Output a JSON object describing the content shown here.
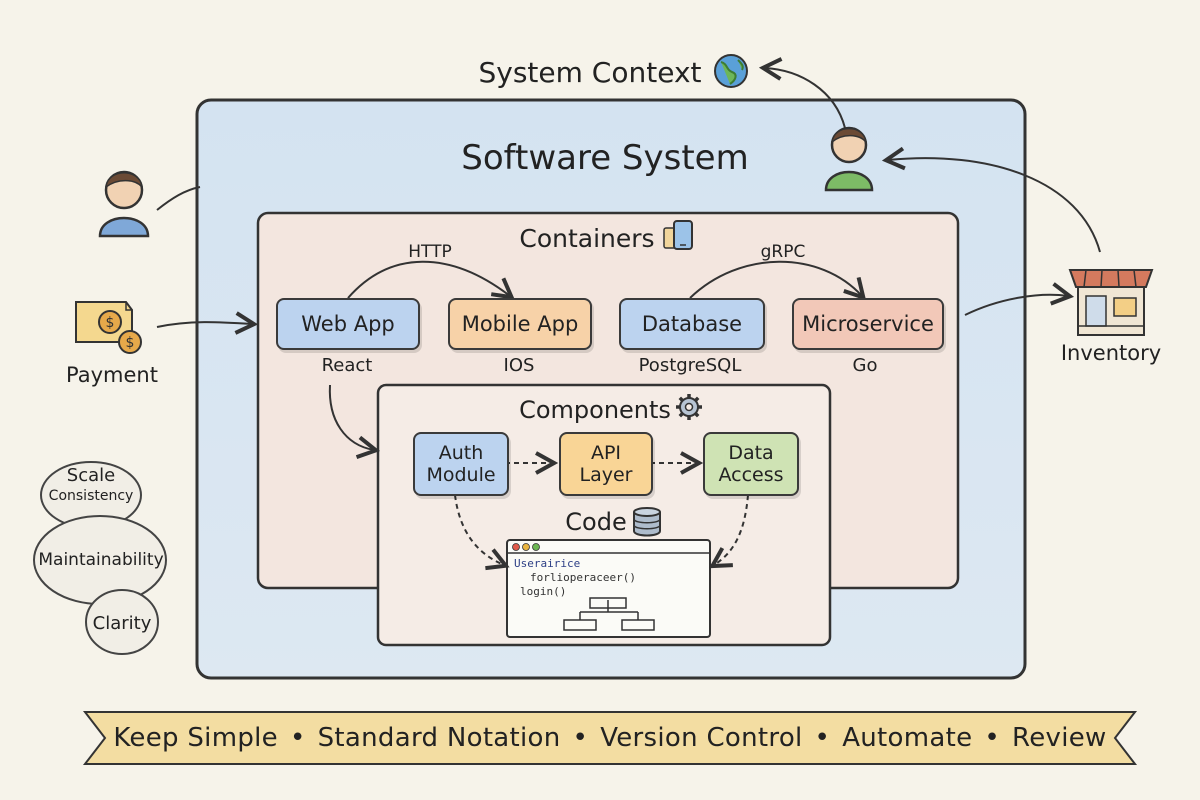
{
  "titles": {
    "system_context": "System Context",
    "software_system": "Software System",
    "containers": "Containers",
    "components": "Components",
    "code": "Code"
  },
  "containers": [
    {
      "label": "Web App",
      "tech": "React",
      "color": "#bcd3ef"
    },
    {
      "label": "Mobile App",
      "tech": "IOS",
      "color": "#f7d2a8"
    },
    {
      "label": "Database",
      "tech": "PostgreSQL",
      "color": "#bcd3ef"
    },
    {
      "label": "Microservice",
      "tech": "Go",
      "color": "#f2c8b8"
    }
  ],
  "protocols": {
    "left": "HTTP",
    "right": "gRPC"
  },
  "components": [
    {
      "label": "Auth Module",
      "color": "#bcd3ef"
    },
    {
      "label": "API Layer",
      "color": "#f9d596"
    },
    {
      "label": "Data Access",
      "color": "#cfe3b4"
    }
  ],
  "code_lines": [
    "Userairice",
    "forlioperaceer()",
    "login()"
  ],
  "actors": {
    "payment": "Payment",
    "inventory": "Inventory"
  },
  "qualities": [
    "Scale",
    "Consistency",
    "Maintainability",
    "Clarity"
  ],
  "banner": [
    "Keep Simple",
    "Standard Notation",
    "Version Control",
    "Automate",
    "Review"
  ],
  "icons": {
    "globe": "globe-icon",
    "phone": "phone-icon",
    "gear": "gear-icon",
    "database": "database-icon",
    "person": "person-icon",
    "payment": "payment-icon",
    "store": "store-icon"
  }
}
